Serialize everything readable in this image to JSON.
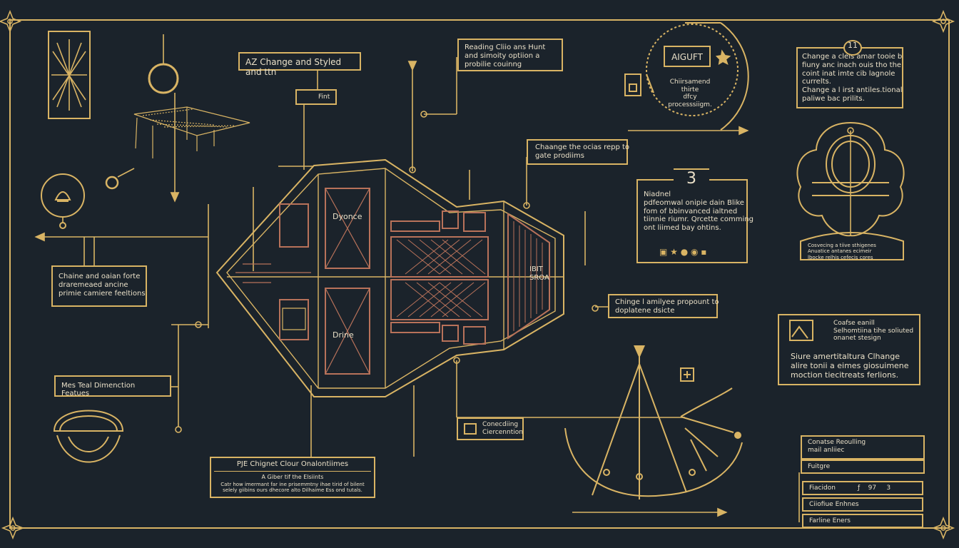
{
  "colors": {
    "background": "#1b232b",
    "gold": "#d9b464",
    "copper": "#b8725a",
    "text": "#eae0c8"
  },
  "labels": {
    "top_center_box": "AZ Change and Styled and ttn",
    "small_tag": "Fint",
    "top_right_note": "Reading Cliio ans Hunt\nand simoity optiion a\nprobilie couinng",
    "top_circle_box": "AIGUFT",
    "top_circle_sub": "Chiirsamend\nthirte\ndfcy\nprocesssiigm.",
    "right_top_badge": "11",
    "right_top_note": "Change a cleis amar tooie b\nfiuny anc inach ouis tho the\ncoint inat imte cib lagnole\ncurrelts.\nChange a l irst antiles.tional\npaliwe bac prilits.",
    "mid_callout": "Chaange the ocias repp to\ngate prodiims",
    "number_three": "3",
    "mid_right_note": "Niadnel\npdfeomwal onipie dain Blike\nfom of bbinvanced ialtned\ntiinnie riumr. Qrcette comming\nont liimed bay ohtins.",
    "mid_right_callout": "Chinge l amilyee propount to\ndoplatene dsicte",
    "left_mid_note": "Chaine and oaian forte\ndraremeaed ancine\nprimie camiere feeltions",
    "left_low_label": "Mes Teal Dimenction Featues",
    "bottom_center_title": "PJE Chignet Clour Onalontiimes",
    "bottom_center_sub": "A Giber tif the Elsiints",
    "bottom_center_body": "Catr how imermant far ine prisemmtny ihae tirid of bilent\nselely giibins ours dhecore alto Dilhaime Ess ond tutals.",
    "bottom_mid_tag": "Conecdiing\nCiercenntion",
    "right_mid_title": "Coafse eanill\nSelhomtiina tihe soliuted\nonanet stesign",
    "right_mid_body": "Siure amertitaltura Clhange\nalire tonii a eimes giosuimene\nmoction tiecitreats ferlions.",
    "right_mid_top_text": "Cosvecing a tiive sthigenes\nAnuatice antanes ecimeir\nlbocke relhis cefecis cores",
    "hex_text_top": "Dyonce",
    "hex_text_bot": "Drine",
    "hex_side_text": "IBIT\nSROA"
  },
  "legend_rows": [
    {
      "label": "Conatse Reoulling\nmail anliiec",
      "value": ""
    },
    {
      "label": "Fuitgre",
      "value": ""
    },
    {
      "label": "Fiacidon",
      "value": "ƒ    97     3"
    },
    {
      "label": "Ciiofiue Enhnes",
      "value": ""
    },
    {
      "label": "Farline Eners",
      "value": ""
    }
  ],
  "icons": [
    "starburst-icon",
    "circle-nine-icon",
    "lantern-icon",
    "frame-icon",
    "helmet-icon",
    "plus-icon",
    "mountain-icon",
    "globe-icon",
    "arrow-icon",
    "ornament-corner-icon"
  ]
}
